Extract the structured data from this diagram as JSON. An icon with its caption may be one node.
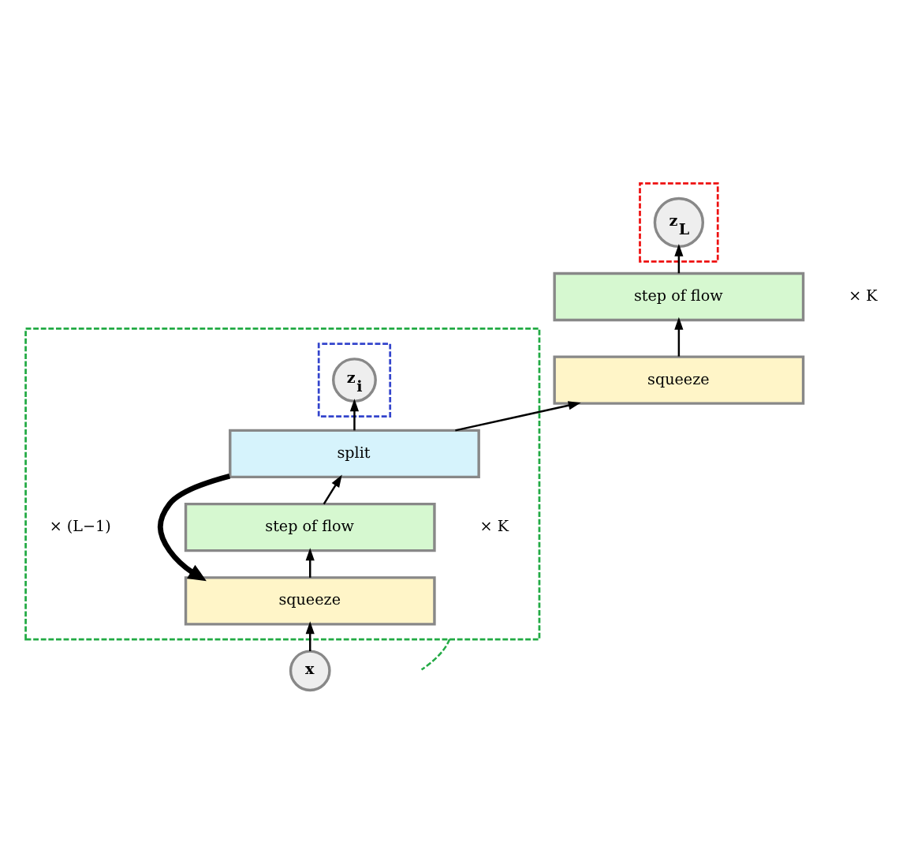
{
  "diagram": {
    "nodes": [
      {
        "text": [],
        "shape": "box"
      },
      {
        "text": [
          "z$_{L}$"
        ],
        "in": 0
      },
      {
        "text": [
          "step of flow"
        ],
        "beside": [
          "× K"
        ]
      },
      {
        "text": [
          "squeeze"
        ]
      },
      {
        "text": [],
        "shape": "box",
        "beside": [
          "× (L−1)"
        ]
      },
      {
        "text": [],
        "shape": "box",
        "in": 4
      },
      {
        "text": [
          "z$_{i}$"
        ],
        "in": 5
      },
      {
        "text": [
          "split"
        ],
        "in": 4
      },
      {
        "text": [
          "step of flow"
        ],
        "in": 4,
        "beside": [
          "× K"
        ]
      },
      {
        "text": [
          "squeeze"
        ],
        "in": 4
      },
      {
        "text": [
          "x"
        ]
      }
    ],
    "edges": [
      {
        "from": 10,
        "to": 9,
        "arrow": "to"
      },
      {
        "from": 9,
        "to": 8,
        "arrow": "to"
      },
      {
        "from": 8,
        "to": 7,
        "arrow": "to"
      },
      {
        "from": 7,
        "to": 6,
        "arrow": "to"
      },
      {
        "from": 7,
        "to": 3,
        "arrow": "to"
      },
      {
        "from": 3,
        "to": 2,
        "arrow": "to"
      },
      {
        "from": 2,
        "to": 1,
        "arrow": "to"
      },
      {
        "from": 7,
        "to": 9,
        "arrow": "to",
        "style": "thick"
      },
      {
        "from": 4,
        "to": null,
        "arrow": "none",
        "style": "dashed",
        "color": "#22aa44"
      }
    ]
  }
}
